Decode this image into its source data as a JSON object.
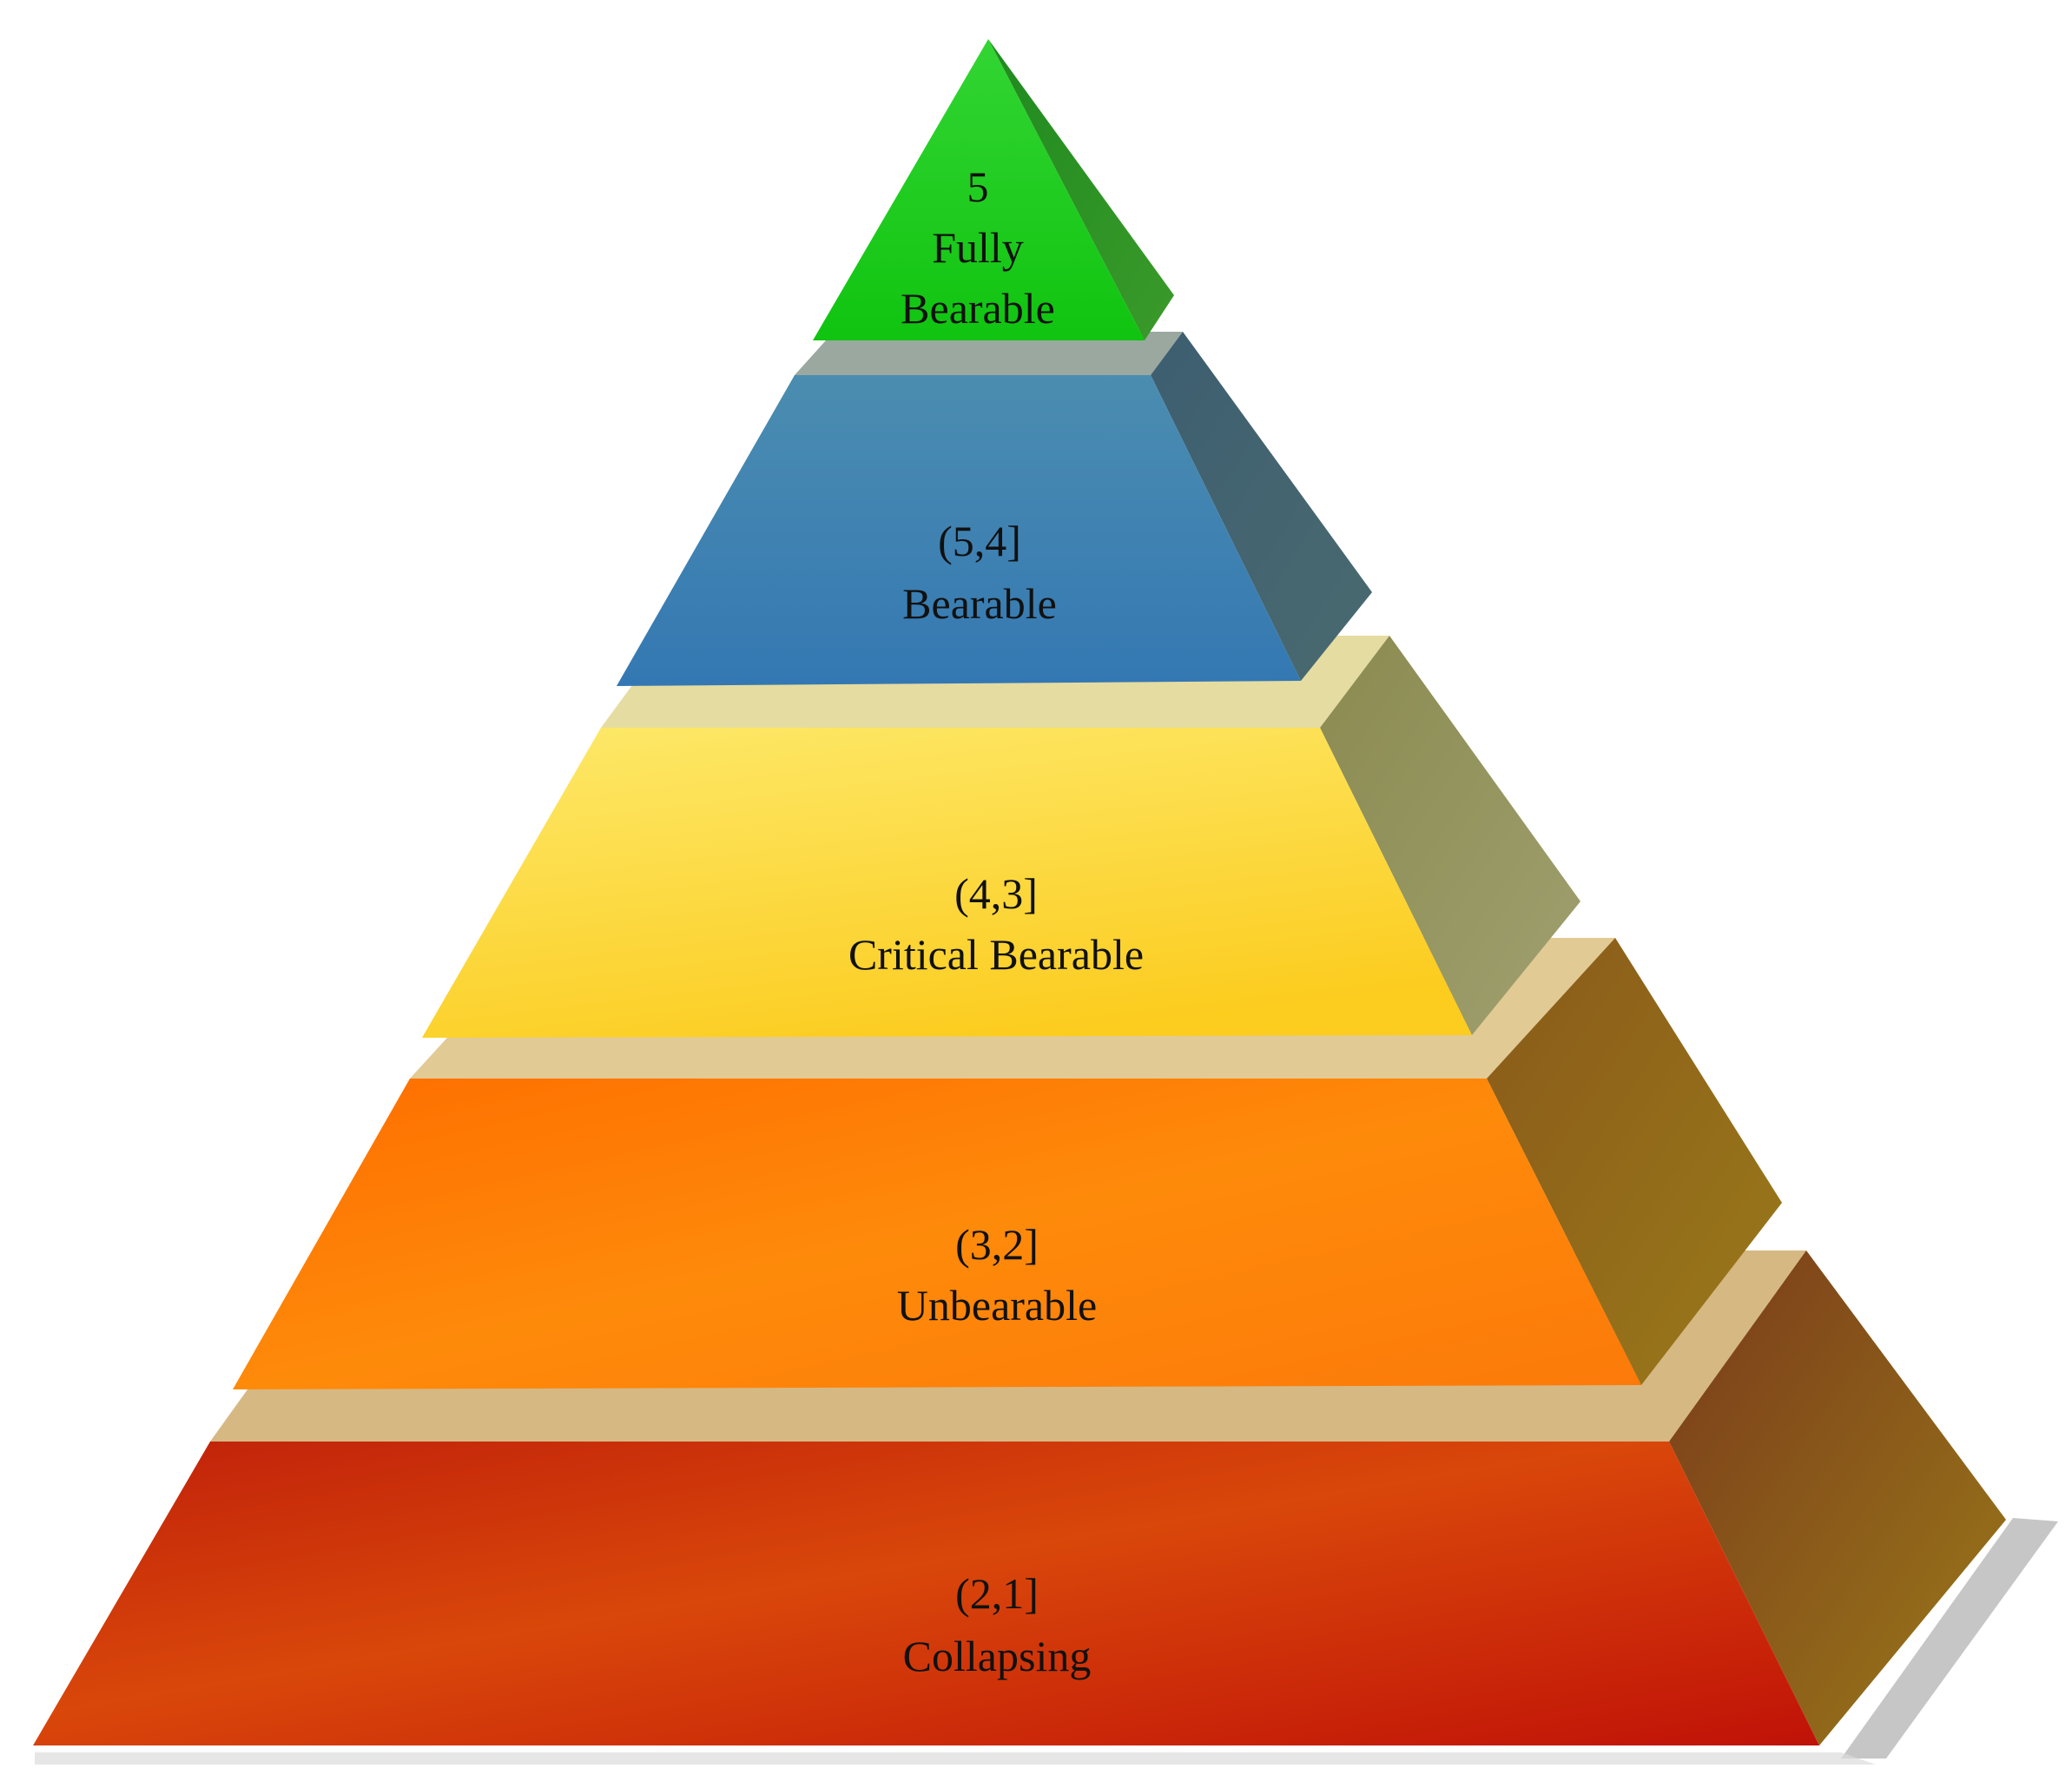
{
  "diagram": {
    "tiers": [
      {
        "range": "5",
        "label": "Fully Bearable",
        "label_lines": [
          "Fully",
          "Bearable"
        ],
        "color": "#16c916"
      },
      {
        "range": "(5,4]",
        "label": "Bearable",
        "label_lines": [
          "Bearable"
        ],
        "color": "#3d82b5"
      },
      {
        "range": "(4,3]",
        "label": "Critical Bearable",
        "label_lines": [
          "Critical Bearable"
        ],
        "color": "#fdd63a"
      },
      {
        "range": "(3,2]",
        "label": "Unbearable",
        "label_lines": [
          "Unbearable"
        ],
        "color": "#fb7d08"
      },
      {
        "range": "(2,1]",
        "label": "Collapsing",
        "label_lines": [
          "Collapsing"
        ],
        "color": "#cf3a08"
      }
    ]
  }
}
